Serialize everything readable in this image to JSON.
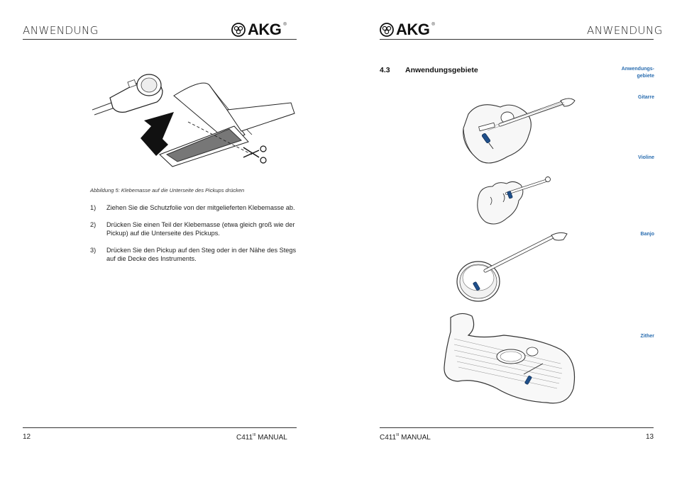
{
  "left_page": {
    "header_title": "ANWENDUNG",
    "logo_text": "AKG",
    "logo_reg": "®",
    "figure_caption": "Abbildung 5:  Klebemasse auf die Unterseite des Pickups drücken",
    "steps": [
      {
        "num": "1)",
        "text": "Ziehen Sie die Schutzfolie von der mitgelieferten Klebemasse ab."
      },
      {
        "num": "2)",
        "text": "Drücken Sie einen Teil der Klebemasse (etwa gleich groß wie der Pickup) auf die Unterseite des Pickups."
      },
      {
        "num": "3)",
        "text": "Drücken Sie den Pickup auf den Steg oder in der Nähe des Stegs auf die Decke des Instruments."
      }
    ],
    "page_number": "12",
    "manual_model": "C411",
    "manual_sup": "III",
    "manual_word": "MANUAL"
  },
  "right_page": {
    "header_title": "ANWENDUNG",
    "logo_text": "AKG",
    "logo_reg": "®",
    "section_number": "4.3",
    "section_title": "Anwendungsgebiete",
    "side_notes": {
      "anwendung_line1": "Anwendungs-",
      "anwendung_line2": "gebiete",
      "gitarre": "Gitarre",
      "violine": "Violine",
      "banjo": "Banjo",
      "zither": "Zither"
    },
    "page_number": "13",
    "manual_model": "C411",
    "manual_sup": "III",
    "manual_word": "MANUAL"
  },
  "colors": {
    "accent_blue": "#2a6db0",
    "pickup_blue": "#1f4f8a",
    "rule": "#333333"
  },
  "icons": [
    "akg-logo-icon",
    "arrow-icon",
    "scissors-icon",
    "guitar-icon",
    "violin-icon",
    "banjo-icon",
    "zither-icon"
  ]
}
